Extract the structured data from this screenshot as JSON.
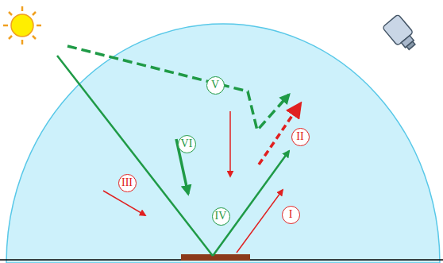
{
  "diagram": {
    "nodes": [
      {
        "text": [
          "V"
        ]
      },
      {
        "text": [
          "II"
        ]
      },
      {
        "text": [
          "VI"
        ]
      },
      {
        "text": [
          "III"
        ]
      },
      {
        "text": [
          "I"
        ]
      },
      {
        "text": [
          "IV"
        ]
      }
    ]
  }
}
